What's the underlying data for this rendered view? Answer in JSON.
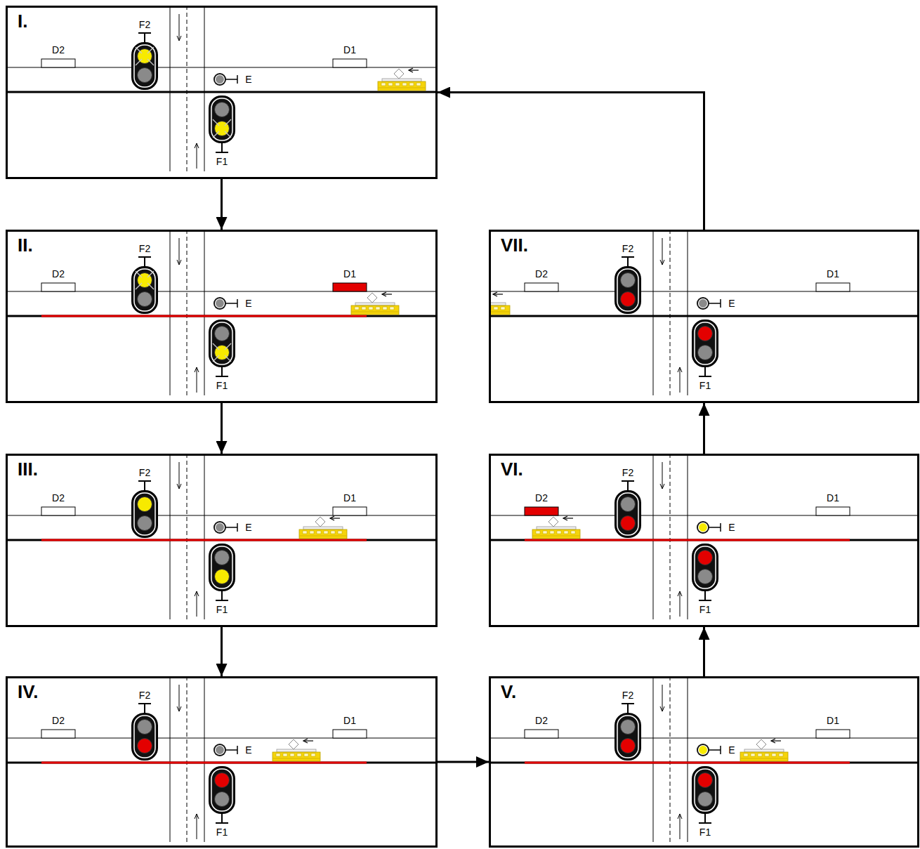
{
  "diagram": {
    "nodes": [
      {
        "text": [
          "I."
        ]
      },
      {
        "text": [
          "II."
        ]
      },
      {
        "text": [
          "III."
        ]
      },
      {
        "text": [
          "IV."
        ]
      },
      {
        "text": [
          "V."
        ]
      },
      {
        "text": [
          "VI."
        ]
      },
      {
        "text": [
          "VII."
        ]
      }
    ],
    "edges": [
      {
        "from": 0,
        "to": 1,
        "arrow": "to"
      },
      {
        "from": 1,
        "to": 2,
        "arrow": "to"
      },
      {
        "from": 2,
        "to": 3,
        "arrow": "to"
      },
      {
        "from": 3,
        "to": 4,
        "arrow": "to"
      },
      {
        "from": 4,
        "to": 5,
        "arrow": "to"
      },
      {
        "from": 5,
        "to": 6,
        "arrow": "to"
      },
      {
        "from": 6,
        "to": 0,
        "arrow": "to"
      }
    ],
    "labels": [
      "F2",
      "D2",
      "D1",
      "E",
      "F1",
      "F2",
      "D2",
      "D1",
      "E",
      "F1",
      "F2",
      "D2",
      "D1",
      "E",
      "F1",
      "F2",
      "D2",
      "D1",
      "E",
      "F1",
      "F2",
      "D2",
      "D1",
      "E",
      "F1",
      "F2",
      "D2",
      "D1",
      "E",
      "F1",
      "F2",
      "D2",
      "D1",
      "E",
      "F1"
    ]
  }
}
